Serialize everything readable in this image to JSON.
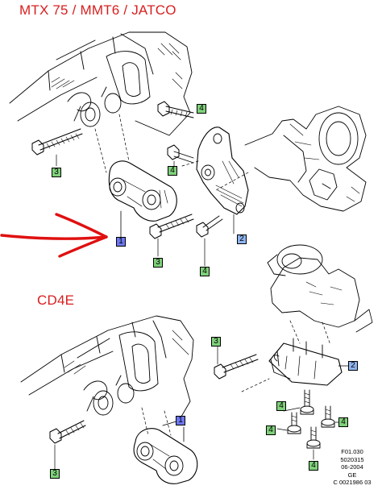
{
  "section_top_title": "MTX 75 / MMT6 / JATCO",
  "section_bottom_title": "CD4E",
  "callouts": [
    "1",
    "2",
    "3",
    "4"
  ],
  "reference": {
    "line1": "F01.030",
    "line2": "5020315",
    "line3": "06-2004",
    "line4": "GE",
    "line5": "C 0021986 03"
  },
  "colors": {
    "title": "#d81e1e",
    "arrow": "#e01010",
    "callout_part1": "#6d77f2",
    "callout_part2": "#8fb4ef",
    "callout_fastener": "#7fd17a"
  }
}
